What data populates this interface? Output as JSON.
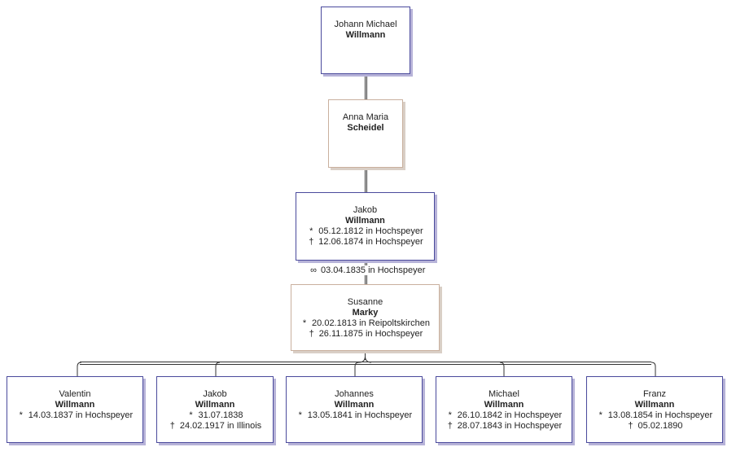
{
  "colors": {
    "male_border": "#4a4a9c",
    "female_border": "#c9b09e",
    "line": "#333333"
  },
  "symbols": {
    "birth": "*",
    "death": "†",
    "marriage": "∞"
  },
  "ancestors": [
    {
      "given": "Johann Michael",
      "surname": "Willmann",
      "sex": "male"
    },
    {
      "given": "Anna Maria",
      "surname": "Scheidel",
      "sex": "female"
    }
  ],
  "couple": {
    "husband": {
      "given": "Jakob",
      "surname": "Willmann",
      "sex": "male",
      "birth": "05.12.1812 in Hochspeyer",
      "death": "12.06.1874 in Hochspeyer"
    },
    "marriage": "03.04.1835 in Hochspeyer",
    "wife": {
      "given": "Susanne",
      "surname": "Marky",
      "sex": "female",
      "birth": "20.02.1813 in Reipoltskirchen",
      "death": "26.11.1875 in Hochspeyer"
    }
  },
  "children": [
    {
      "given": "Valentin",
      "surname": "Willmann",
      "birth": "14.03.1837 in Hochspeyer",
      "death": null
    },
    {
      "given": "Jakob",
      "surname": "Willmann",
      "birth": "31.07.1838",
      "death": "24.02.1917 in Illinois"
    },
    {
      "given": "Johannes",
      "surname": "Willmann",
      "birth": "13.05.1841 in Hochspeyer",
      "death": null
    },
    {
      "given": "Michael",
      "surname": "Willmann",
      "birth": "26.10.1842 in Hochspeyer",
      "death": "28.07.1843 in Hochspeyer"
    },
    {
      "given": "Franz",
      "surname": "Willmann",
      "birth": "13.08.1854 in Hochspeyer",
      "death": "05.02.1890"
    }
  ]
}
